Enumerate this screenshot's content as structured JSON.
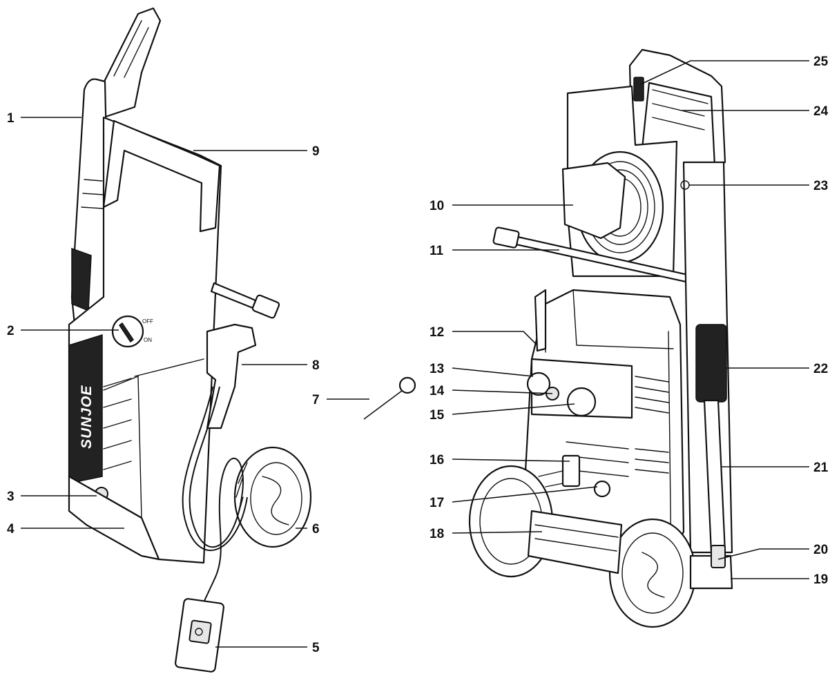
{
  "brand": "SUNJOE",
  "dial_labels": {
    "off": "OFF",
    "on": "ON"
  },
  "callouts": [
    "1",
    "2",
    "3",
    "4",
    "5",
    "6",
    "7",
    "8",
    "9",
    "10",
    "11",
    "12",
    "13",
    "14",
    "15",
    "16",
    "17",
    "18",
    "19",
    "20",
    "21",
    "22",
    "23",
    "24",
    "25"
  ]
}
